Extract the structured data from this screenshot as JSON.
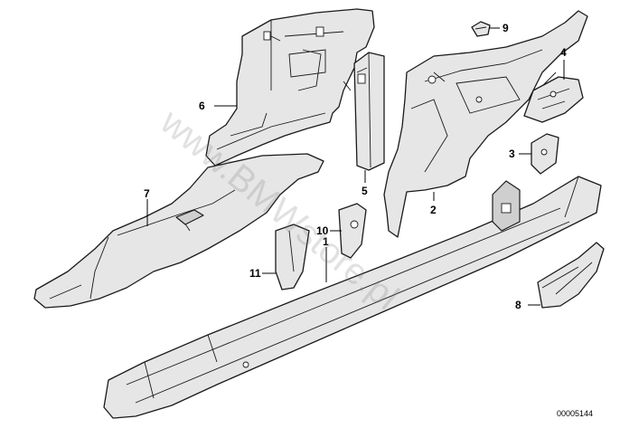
{
  "callouts": {
    "c1": "1",
    "c2": "2",
    "c3": "3",
    "c4": "4",
    "c5": "5",
    "c6": "6",
    "c7": "7",
    "c8": "8",
    "c9": "9",
    "c10": "10",
    "c11": "11"
  },
  "diagram_id": "00005144",
  "watermark": "www.BMWstore.pl"
}
